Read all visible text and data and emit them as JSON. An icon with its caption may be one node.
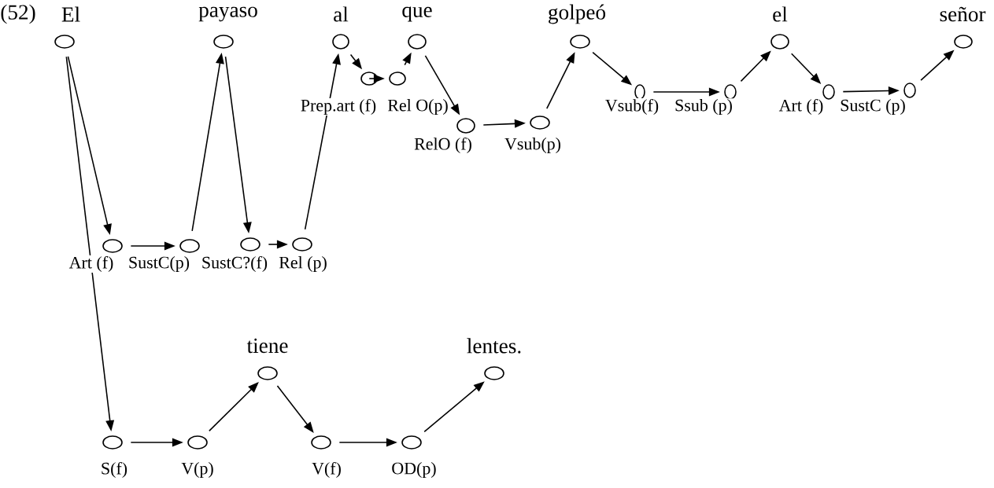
{
  "diagram": {
    "nodes": [
      {
        "text": [
          "El"
        ]
      },
      {
        "text": [
          "payaso"
        ]
      },
      {
        "text": [
          "al"
        ]
      },
      {
        "text": [
          "que"
        ]
      },
      {
        "text": [
          "golpeó"
        ]
      },
      {
        "text": [
          "el"
        ]
      },
      {
        "text": [
          "señor"
        ]
      },
      {
        "text": [],
        "shape": "circle",
        "beside": [
          "Prep.art (f)"
        ]
      },
      {
        "text": [],
        "shape": "circle",
        "beside": [
          "Rel O(p)"
        ]
      },
      {
        "text": [],
        "shape": "circle",
        "beside": [
          "RelO (f)"
        ]
      },
      {
        "text": [],
        "shape": "circle",
        "beside": [
          "Vsub(p)"
        ]
      },
      {
        "text": [],
        "shape": "circle",
        "beside": [
          "Vsub(f)"
        ]
      },
      {
        "text": [],
        "shape": "circle",
        "beside": [
          "Ssub (p)"
        ]
      },
      {
        "text": [],
        "shape": "circle",
        "beside": [
          "Art (f)"
        ]
      },
      {
        "text": [],
        "shape": "circle",
        "beside": [
          "SustC (p)"
        ]
      },
      {
        "text": [],
        "shape": "circle",
        "beside": [
          "Art (f)"
        ]
      },
      {
        "text": [],
        "shape": "circle",
        "beside": [
          "SustC(p)"
        ]
      },
      {
        "text": [],
        "shape": "circle",
        "beside": [
          "SustC?(f)"
        ]
      },
      {
        "text": [],
        "shape": "circle",
        "beside": [
          "Rel (p)"
        ]
      },
      {
        "text": [
          "tiene"
        ]
      },
      {
        "text": [
          "lentes."
        ]
      },
      {
        "text": [],
        "shape": "circle",
        "beside": [
          "S(f)"
        ]
      },
      {
        "text": [],
        "shape": "circle",
        "beside": [
          "V(p)"
        ]
      },
      {
        "text": [],
        "shape": "circle",
        "beside": [
          "V(f)"
        ]
      },
      {
        "text": [],
        "shape": "circle",
        "beside": [
          "OD(p)"
        ]
      }
    ],
    "edges": [
      {
        "from": 0,
        "to": 15,
        "arrow": "to"
      },
      {
        "from": 0,
        "to": 21,
        "arrow": "to"
      },
      {
        "from": 15,
        "to": 16,
        "arrow": "to"
      },
      {
        "from": 16,
        "to": 1,
        "arrow": "to"
      },
      {
        "from": 1,
        "to": 17,
        "arrow": "to"
      },
      {
        "from": 17,
        "to": 18,
        "arrow": "to"
      },
      {
        "from": 18,
        "to": 2,
        "arrow": "to"
      },
      {
        "from": 2,
        "to": 7,
        "arrow": "to"
      },
      {
        "from": 7,
        "to": 8,
        "arrow": "to"
      },
      {
        "from": 8,
        "to": 3,
        "arrow": "to"
      },
      {
        "from": 3,
        "to": 9,
        "arrow": "to"
      },
      {
        "from": 9,
        "to": 10,
        "arrow": "to"
      },
      {
        "from": 10,
        "to": 4,
        "arrow": "to"
      },
      {
        "from": 4,
        "to": 11,
        "arrow": "to"
      },
      {
        "from": 11,
        "to": 12,
        "arrow": "to"
      },
      {
        "from": 12,
        "to": 5,
        "arrow": "to"
      },
      {
        "from": 5,
        "to": 13,
        "arrow": "to"
      },
      {
        "from": 13,
        "to": 14,
        "arrow": "to"
      },
      {
        "from": 14,
        "to": 6,
        "arrow": "to"
      },
      {
        "from": 21,
        "to": 22,
        "arrow": "to"
      },
      {
        "from": 22,
        "to": 19,
        "arrow": "to"
      },
      {
        "from": 19,
        "to": 23,
        "arrow": "to"
      },
      {
        "from": 23,
        "to": 24,
        "arrow": "to"
      },
      {
        "from": 24,
        "to": 20,
        "arrow": "to"
      }
    ],
    "labels": [
      "(52)"
    ]
  }
}
